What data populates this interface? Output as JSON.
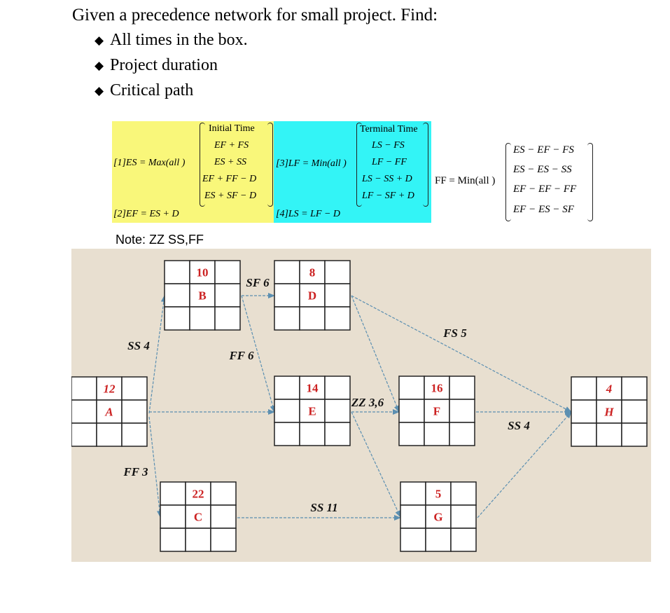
{
  "question": {
    "title": "Given a precedence network for small project. Find:",
    "bullets": [
      {
        "icon": "diamond-bullet",
        "text": "All times in the box."
      },
      {
        "icon": "diamond-bullet",
        "text": "Project duration"
      },
      {
        "icon": "diamond-bullet",
        "text": "Critical path"
      }
    ]
  },
  "formulas": {
    "colors": {
      "initial_box": "#f9f77a",
      "terminal_box": "#33f4f6"
    },
    "es_label": "[1]ES = Max(all )",
    "initial_header": "Initial Time",
    "initial_terms": [
      "EF + FS",
      "ES + SS",
      "EF + FF − D",
      "ES + SF − D"
    ],
    "ef_formula": "[2]EF = ES + D",
    "lf_label": "[3]LF = Min(all )",
    "terminal_header": "Terminal Time",
    "terminal_terms": [
      "LS − FS",
      "LF − FF",
      "LS − SS + D",
      "LF − SF + D"
    ],
    "ls_formula": "[4]LS = LF − D",
    "ff_label": "FF = Min(all )",
    "ff_terms": [
      "ES − EF − FS",
      "ES − ES − SS",
      "EF − EF − FF",
      "EF − ES − SF"
    ]
  },
  "note": "Note: ZZ  SS,FF",
  "network": {
    "colors": {
      "background": "#e8dfd0",
      "arrow": "#5b8fb1",
      "node_text": "#cc2222"
    },
    "nodes": [
      {
        "id": "A",
        "duration": "12",
        "italic": true
      },
      {
        "id": "B",
        "duration": "10",
        "italic": false
      },
      {
        "id": "C",
        "duration": "22",
        "italic": false
      },
      {
        "id": "D",
        "duration": "8",
        "italic": false
      },
      {
        "id": "E",
        "duration": "14",
        "italic": false
      },
      {
        "id": "F",
        "duration": "16",
        "italic": false
      },
      {
        "id": "G",
        "duration": "5",
        "italic": false
      },
      {
        "id": "H",
        "duration": "4",
        "italic": true
      }
    ],
    "links": [
      {
        "from": "A",
        "to": "B",
        "label": "SS 4"
      },
      {
        "from": "A",
        "to": "E",
        "label": ""
      },
      {
        "from": "A",
        "to": "C",
        "label": "FF 3"
      },
      {
        "from": "B",
        "to": "D",
        "label": "SF 6"
      },
      {
        "from": "B",
        "to": "E",
        "label": "FF 6"
      },
      {
        "from": "D",
        "to": "F",
        "label": ""
      },
      {
        "from": "D",
        "to": "H",
        "label": "FS 5"
      },
      {
        "from": "E",
        "to": "F",
        "label": "ZZ 3,6"
      },
      {
        "from": "E",
        "to": "G",
        "label": ""
      },
      {
        "from": "C",
        "to": "G",
        "label": "SS 11"
      },
      {
        "from": "F",
        "to": "H",
        "label": "SS 4"
      },
      {
        "from": "G",
        "to": "H",
        "label": ""
      }
    ]
  }
}
